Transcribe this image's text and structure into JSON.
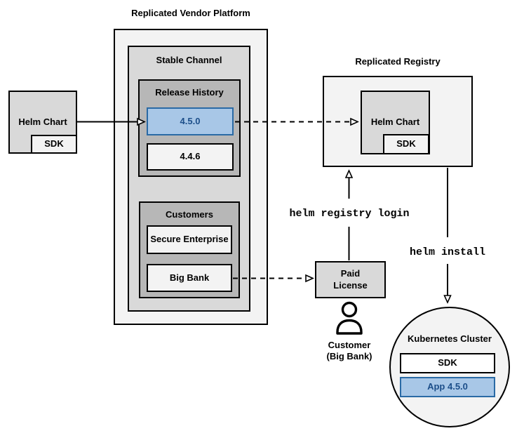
{
  "diagram": {
    "vendor_platform": {
      "title": "Replicated Vendor Platform",
      "stable_channel": {
        "label": "Stable Channel",
        "release_history": {
          "label": "Release History",
          "releases": [
            {
              "version": "4.5.0",
              "highlighted": true
            },
            {
              "version": "4.4.6",
              "highlighted": false
            }
          ]
        },
        "customers": {
          "label": "Customers",
          "items": [
            "Secure Enterprise",
            "Big Bank"
          ]
        }
      }
    },
    "helm_chart_source": {
      "label": "Helm Chart",
      "sdk_label": "SDK"
    },
    "registry": {
      "title": "Replicated Registry",
      "helm_chart": {
        "label": "Helm Chart",
        "sdk_label": "SDK"
      }
    },
    "paid_license": {
      "label": "Paid License"
    },
    "customer": {
      "line1": "Customer",
      "line2": "(Big Bank)"
    },
    "commands": {
      "registry_login": "helm registry login",
      "install": "helm install"
    },
    "cluster": {
      "label": "Kubernetes Cluster",
      "sdk_label": "SDK",
      "app_label": "App 4.5.0"
    },
    "colors": {
      "highlight_fill": "#a8c7e7",
      "highlight_border": "#2a6aa5",
      "highlight_text": "#1c4e89",
      "box_light": "#f3f3f3",
      "box_mid": "#d9d9d9",
      "box_dark": "#b7b7b7",
      "outline": "#000000"
    }
  }
}
